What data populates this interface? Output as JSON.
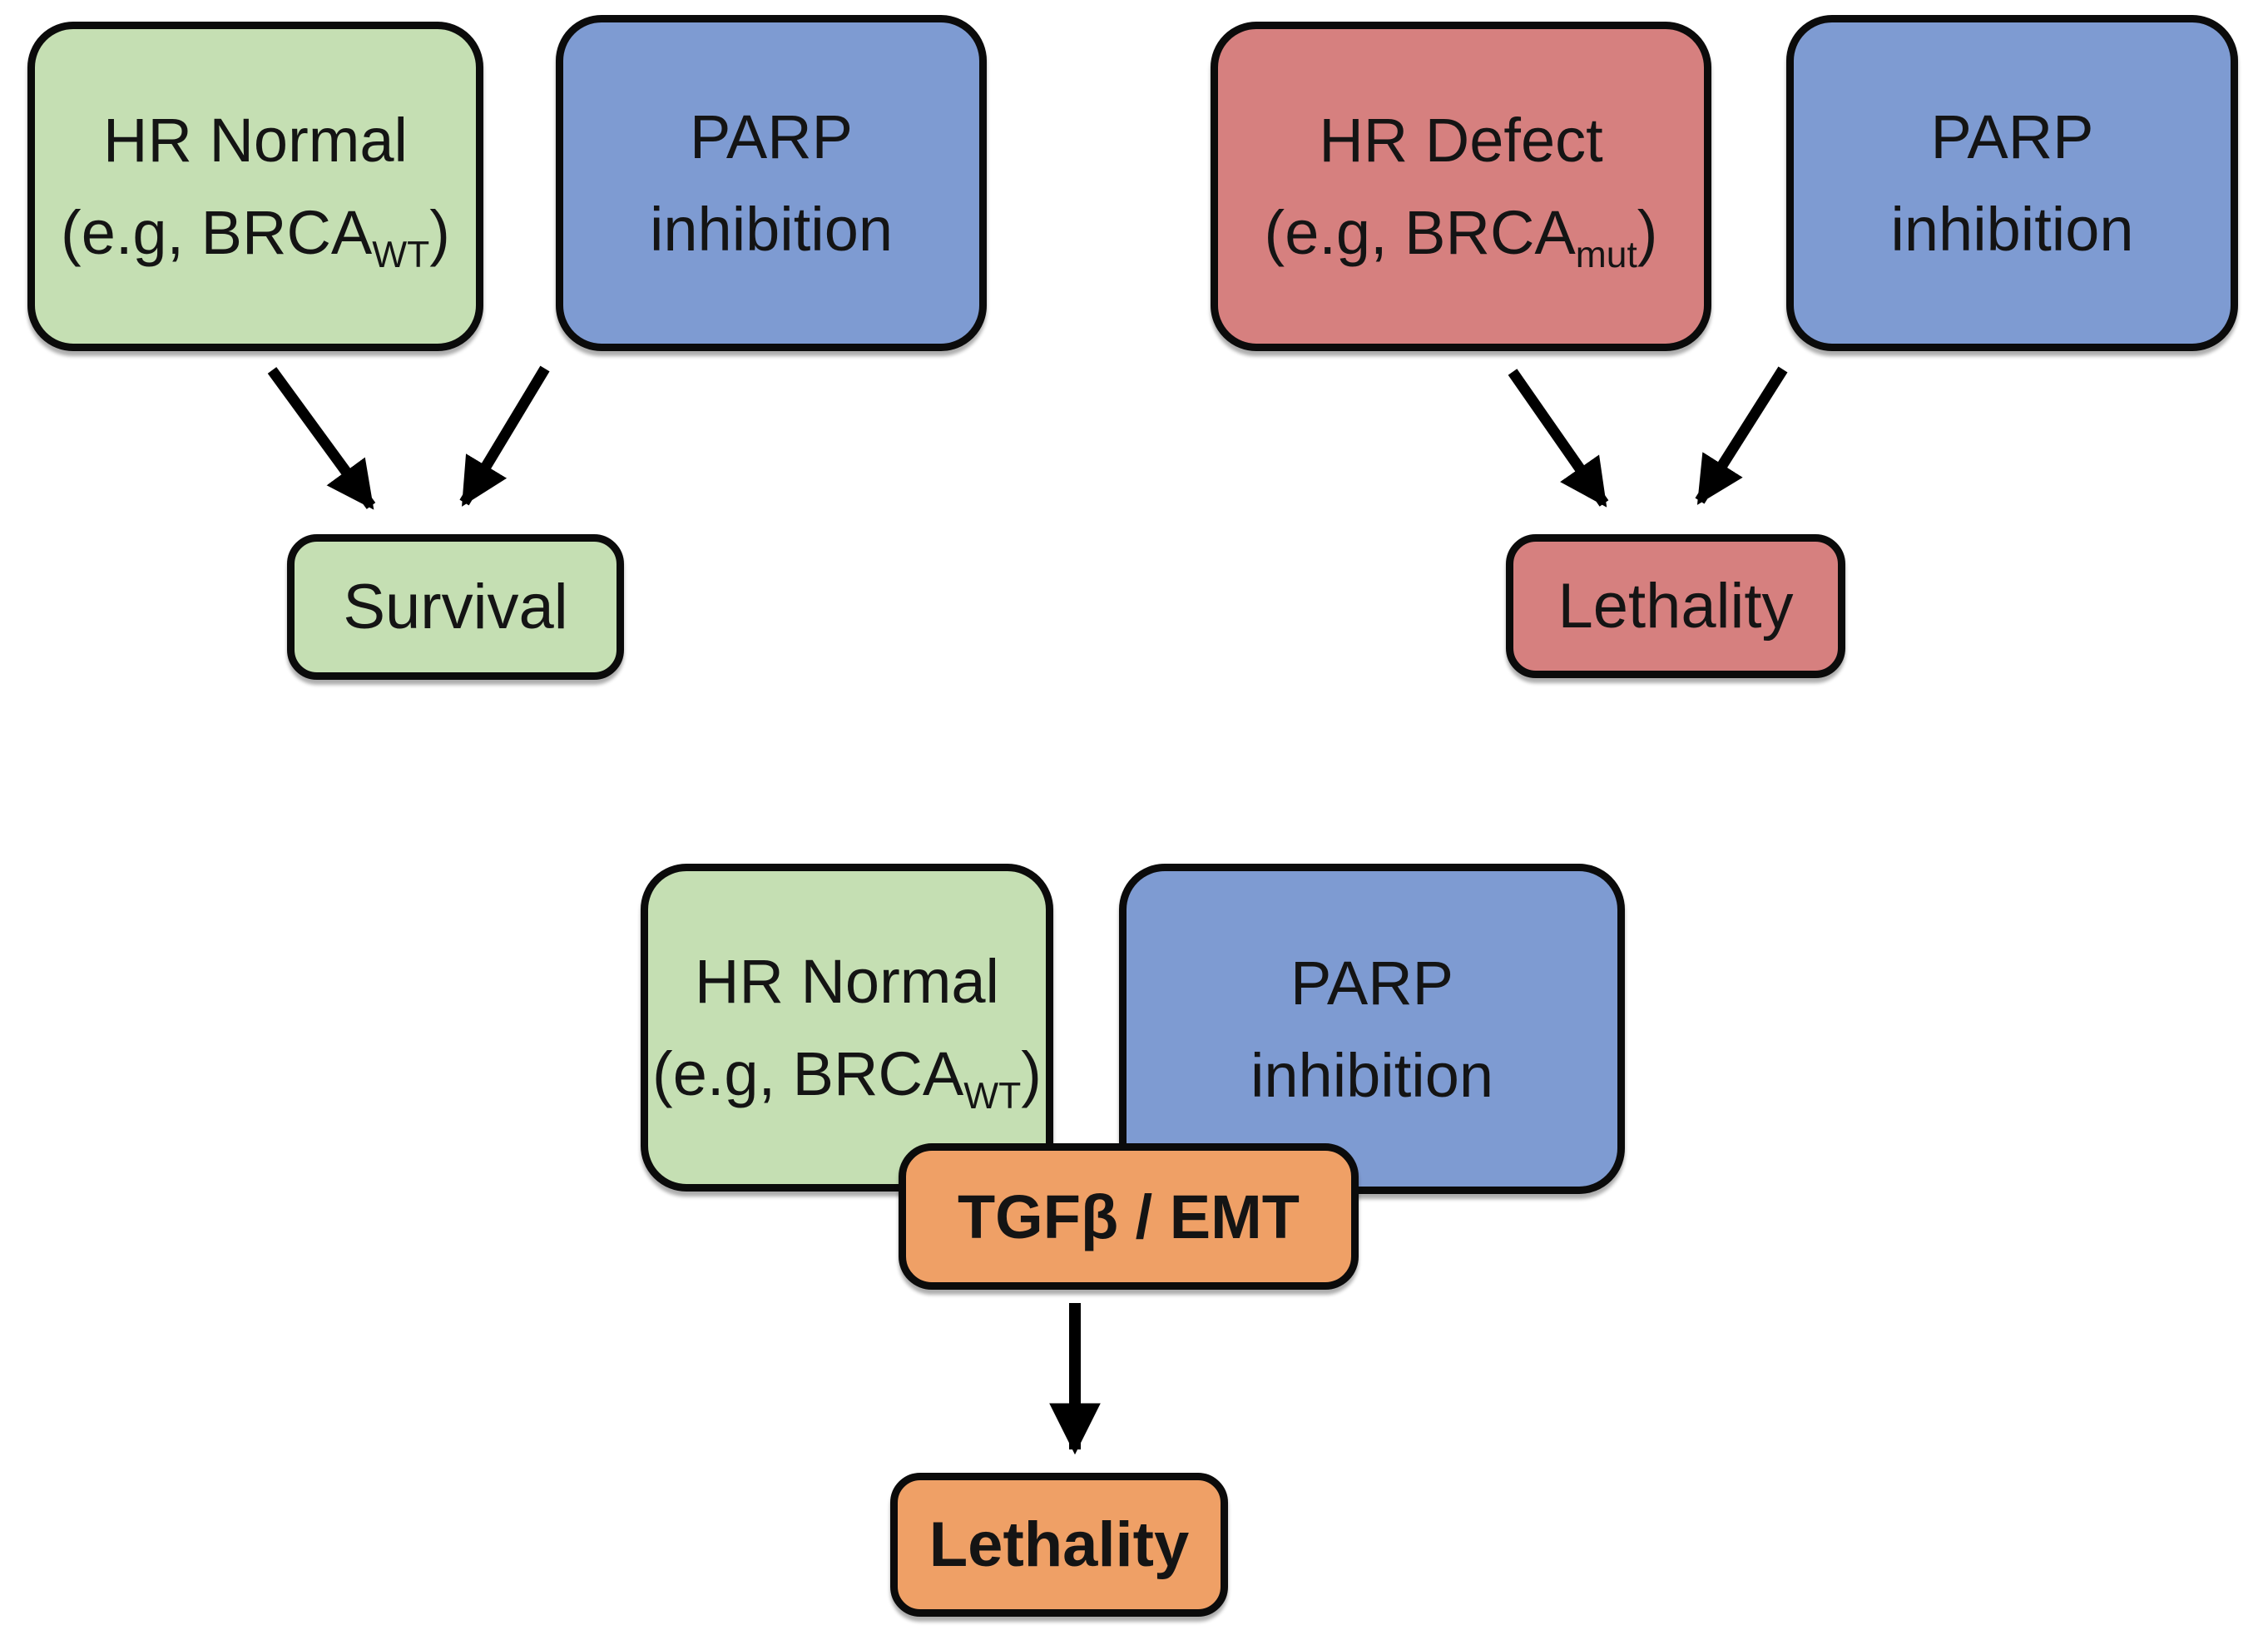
{
  "colors": {
    "hr_normal_fill": "#c5dfb3",
    "parp_fill": "#7e9bd2",
    "hr_defect_fill": "#d6807f",
    "mediator_fill": "#efa066",
    "outline": "#0b0b0b",
    "arrow": "#000000",
    "background": "#ffffff"
  },
  "panels": {
    "top_left": {
      "hr_box": {
        "line1": "HR Normal",
        "line2_prefix": "(e.g, BRCA",
        "line2_sub": "WT",
        "line2_suffix": ")"
      },
      "parp_box": {
        "line1": "PARP",
        "line2": "inhibition"
      },
      "outcome": "Survival"
    },
    "top_right": {
      "hr_box": {
        "line1": "HR Defect",
        "line2_prefix": "(e.g, BRCA",
        "line2_sub": "mut",
        "line2_suffix": ")"
      },
      "parp_box": {
        "line1": "PARP",
        "line2": "inhibition"
      },
      "outcome": "Lethality"
    },
    "bottom": {
      "hr_box": {
        "line1": "HR Normal",
        "line2_prefix": "(e.g, BRCA",
        "line2_sub": "WT",
        "line2_suffix": ")"
      },
      "parp_box": {
        "line1": "PARP",
        "line2": "inhibition"
      },
      "mediator": "TGFβ / EMT",
      "outcome": "Lethality"
    }
  }
}
